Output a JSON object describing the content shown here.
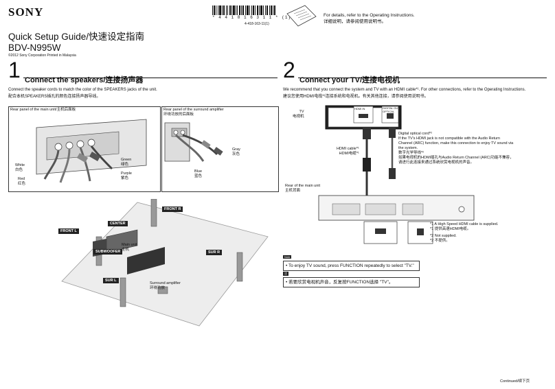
{
  "header": {
    "brand": "SONY",
    "barcode_number": "* 4 4 1 8 1 6 3 1 1 * (1)",
    "part_number": "4-418-163-11(1)",
    "details_en": "For details, refer to the Operating Instructions.",
    "details_zh": "详细说明，请参阅使用说明书。"
  },
  "title": {
    "line1": "Quick Setup Guide/快速设定指南",
    "line2": "BDV-N995W",
    "copyright": "©2012 Sony Corporation   Printed in Malaysia"
  },
  "step1": {
    "number": "1",
    "title": "Connect the speakers/连接扬声器",
    "desc_en": "Connect the speaker cords to match the color of the SPEAKERS jacks of the unit.",
    "desc_zh": "配合本机SPEAKERS插孔的颜色连接扬声器导线。",
    "panel_main_label": "Rear panel of the main unit/主机后面板",
    "panel_surround_label_en": "Rear panel of the surround amplifier",
    "panel_surround_label_zh": "环绕功放的后面板",
    "white_en": "White",
    "white_zh": "白色",
    "red_en": "Red",
    "red_zh": "红色",
    "green_en": "Green",
    "green_zh": "绿色",
    "purple_en": "Purple",
    "purple_zh": "紫色",
    "gray_en": "Gray",
    "gray_zh": "灰色",
    "blue_en": "Blue",
    "blue_zh": "蓝色",
    "front_r": "FRONT R",
    "front_l": "FRONT L",
    "center": "CENTER",
    "subwoofer": "SUBWOOFER",
    "sur_r": "SUR R",
    "sur_l": "SUR L",
    "main_unit_en": "Main unit",
    "main_unit_zh": "主机",
    "surround_amp_en": "Surround amplifier",
    "surround_amp_zh": "环绕功放"
  },
  "step2": {
    "number": "2",
    "title": "Connect your TV/连接电视机",
    "desc_en": "We recommend that you connect the system and TV with an HDMI cable*¹. For other connections, refer to the Operating Instructions.",
    "desc_zh": "建议您使用HDMI电缆*¹连接系统和电视机。有关其他连接，请参阅使用说明书。",
    "tv_en": "TV",
    "tv_zh": "电视机",
    "hdmi_in": "HDMI IN",
    "digital_out": "DIGITAL OUT",
    "optical": "OPTICAL",
    "optical_cord": "Digital optical cord*²",
    "arc_note_en": "If the TV's HDMI jack is not compatible with the Audio Return Channel (ARC) function, make this connection to enjoy TV sound via the system.",
    "optical_cord_zh": "数字光学导线*²",
    "arc_note_zh": "如果电视机的HDMI插孔与Audio Return Channel (ARC)功能不兼容，请进行此连接来通过系统欣赏电视机的声音。",
    "hdmi_cable_en": "HDMI cable*¹",
    "hdmi_cable_zh": "HDMI电缆*¹",
    "rear_main_en": "Rear of the main unit",
    "rear_main_zh": "主机背面",
    "fn1_en": "*1 A High Speed HDMI cable is supplied.",
    "fn1_zh": "*1  提供高速HDMI电缆。",
    "fn2_en": "*2 Not supplied.",
    "fn2_zh": "*2  不提供。",
    "note_tag": "Note",
    "note_tag2": "注",
    "note_en": "• To enjoy TV sound, press FUNCTION repeatedly to select \"TV.\"",
    "note_zh": "• 若要欣赏电视机声音，反复按FUNCTION选择 \"TV\"。"
  },
  "footer": {
    "continued": "Continued/续下页"
  }
}
